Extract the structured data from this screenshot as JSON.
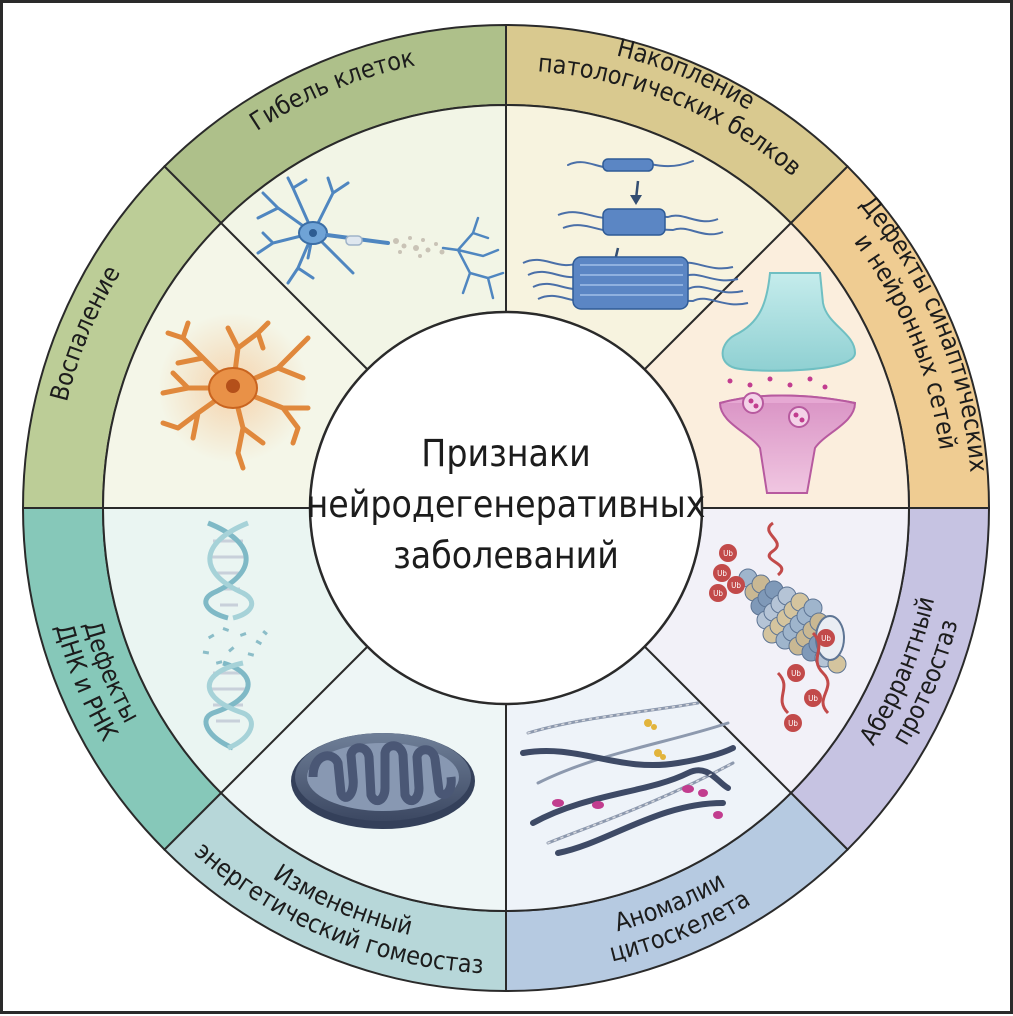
{
  "center": {
    "lines": [
      "Признаки",
      "нейродегенеративных",
      "заболеваний"
    ]
  },
  "segments": [
    {
      "key": "cell_death",
      "lines": [
        "Гибель клеток"
      ],
      "band_color": "#aec08a",
      "panel_color": "#f2f5e6",
      "icon": "neuron-degenerating-icon"
    },
    {
      "key": "protein_accumulation",
      "lines": [
        "Накопление",
        "патологических белков"
      ],
      "band_color": "#d9c98f",
      "panel_color": "#f7f3df",
      "icon": "protein-fibril-aggregation-icon"
    },
    {
      "key": "synaptic_defects",
      "lines": [
        "Дефекты синаптических",
        "и нейронных сетей"
      ],
      "band_color": "#efcc92",
      "panel_color": "#fbeedd",
      "icon": "synapse-icon"
    },
    {
      "key": "proteostasis",
      "lines": [
        "Аберрантный",
        "протеостаз"
      ],
      "band_color": "#c6c3e2",
      "panel_color": "#f2f1f8",
      "icon": "proteasome-icon"
    },
    {
      "key": "cytoskeleton",
      "lines": [
        "Аномалии",
        "цитоскелета"
      ],
      "band_color": "#b6cae1",
      "panel_color": "#eef3f9",
      "icon": "cytoskeleton-filaments-icon"
    },
    {
      "key": "energy_homeostasis",
      "lines": [
        "Измененный",
        "энергетический гомеостаз"
      ],
      "band_color": "#b7d7d9",
      "panel_color": "#eef6f6",
      "icon": "mitochondrion-icon"
    },
    {
      "key": "dna_rna_defects",
      "lines": [
        "Дефекты",
        "ДНК и РНК"
      ],
      "band_color": "#86c8b9",
      "panel_color": "#eaf5f2",
      "icon": "dna-helix-broken-icon"
    },
    {
      "key": "inflammation",
      "lines": [
        "Воспаление"
      ],
      "band_color": "#bccd97",
      "panel_color": "#f4f6e8",
      "icon": "microglia-cell-icon"
    }
  ],
  "icon_labels": {
    "ubiquitin": "Ub"
  }
}
